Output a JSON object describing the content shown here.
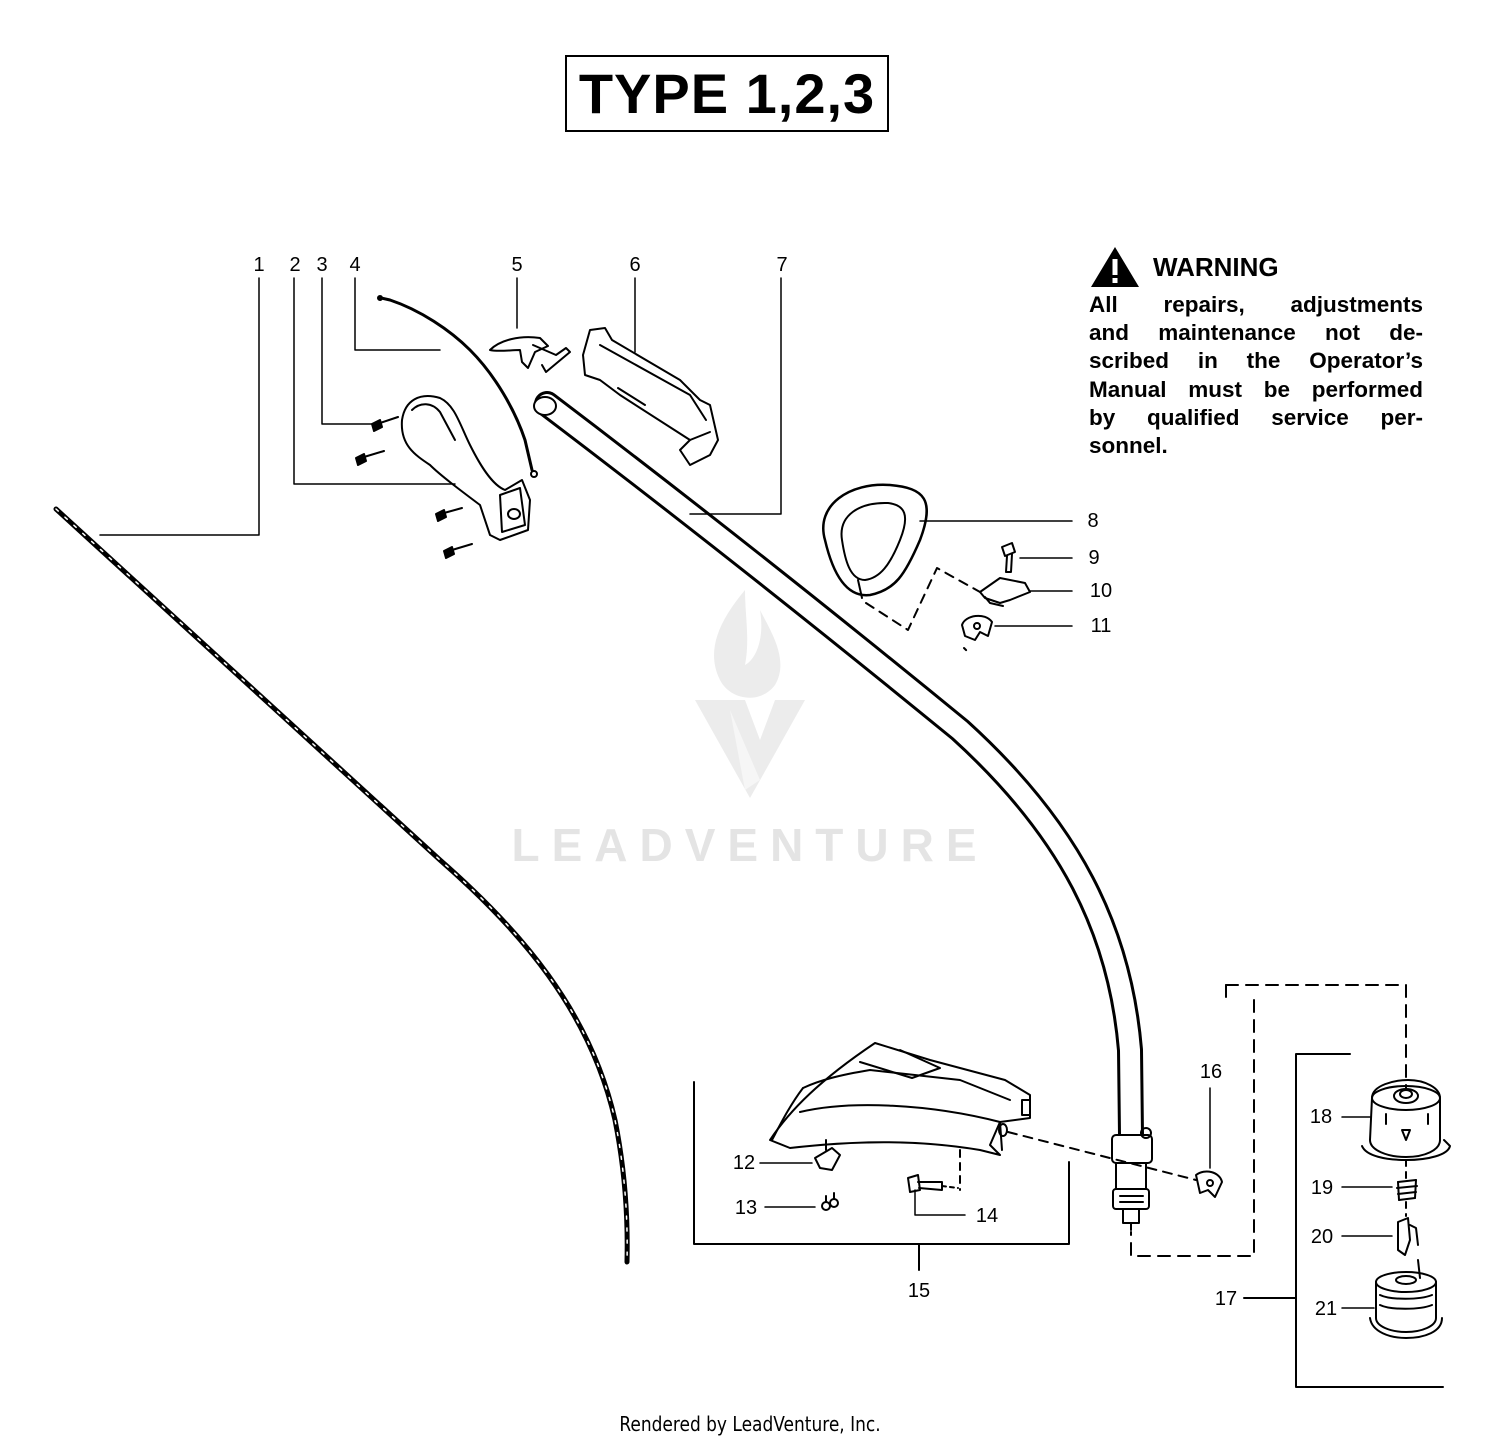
{
  "title": "TYPE 1,2,3",
  "warning": {
    "heading": "WARNING",
    "lines": [
      "All repairs, adjustments",
      "and maintenance not de-",
      "scribed in the Operator’s",
      "Manual must be performed",
      "by qualified service per-",
      "sonnel."
    ]
  },
  "callouts": {
    "c1": "1",
    "c2": "2",
    "c3": "3",
    "c4": "4",
    "c5": "5",
    "c6": "6",
    "c7": "7",
    "c8": "8",
    "c9": "9",
    "c10": "10",
    "c11": "11",
    "c12": "12",
    "c13": "13",
    "c14": "14",
    "c15": "15",
    "c16": "16",
    "c17": "17",
    "c18": "18",
    "c19": "19",
    "c20": "20",
    "c21": "21"
  },
  "watermark": "LEADVENTURE",
  "footer": "Rendered by LeadVenture, Inc."
}
